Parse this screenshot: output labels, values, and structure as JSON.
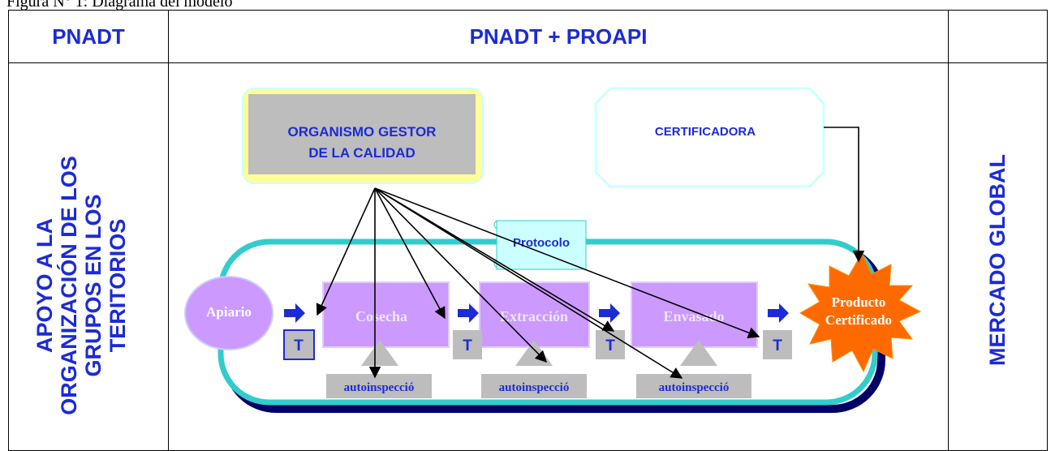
{
  "caption": "Figura N° 1:  Diagrama del modelo",
  "headers": {
    "left": "PNADT",
    "center": "PNADT + PROAPI"
  },
  "left_vertical": [
    "APOYO A LA",
    "ORGANIZACIÓN DE LOS",
    "GRUPOS EN LOS",
    "TERITORIOS"
  ],
  "right_vertical": "MERCADO GLOBAL",
  "nodes": {
    "gestor": [
      "ORGANISMO GESTOR",
      "DE LA CALIDAD"
    ],
    "certificadora": "CERTIFICADORA",
    "protocolo": "Protocolo",
    "apiario": "Apiario",
    "cosecha": "Cosecha",
    "extraccion": "Extracción",
    "envasado": "Envasado",
    "producto": [
      "Producto",
      "Certificado"
    ],
    "t_label": "T",
    "autoinspeccion": "autoinspecció"
  },
  "colors": {
    "blue": "#1c2bd6",
    "gray": "#bdbdbd",
    "violet": "#cc99ff",
    "orange": "#ff6a00",
    "yellow": "#ffff99",
    "teal": "#33cccc",
    "lightcyan": "#ccffff"
  }
}
